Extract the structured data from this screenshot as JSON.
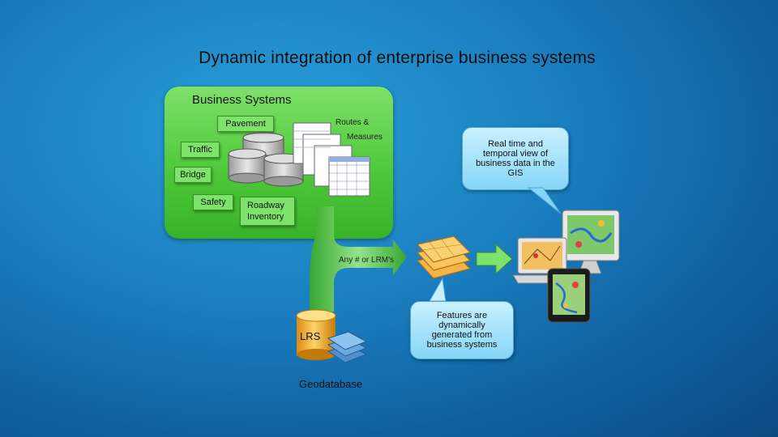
{
  "title": "Dynamic integration of enterprise business systems",
  "business_systems": {
    "title": "Business Systems",
    "items": [
      "Pavement",
      "Traffic",
      "Bridge",
      "Safety"
    ],
    "routes_label_1": "Routes &",
    "routes_label_2": "Measures",
    "roadway_label_1": "Roadway",
    "roadway_label_2": "Inventory"
  },
  "flow_label": "Any # or LRM's",
  "lrs_label": "LRS",
  "geodatabase_label": "Geodatabase",
  "callouts": {
    "realtime": "Real time and temporal view of business data in the GIS",
    "features": "Features are dynamically generated from business systems"
  },
  "colors": {
    "green": "#4fc93a",
    "callout": "#86d6f7",
    "db": "#f0b020"
  }
}
